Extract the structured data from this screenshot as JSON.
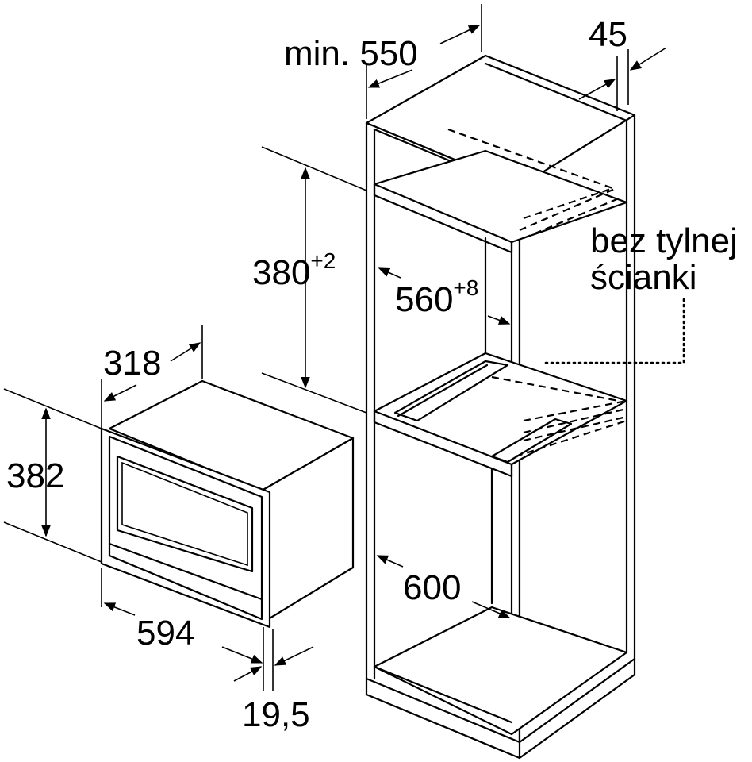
{
  "dimensions": {
    "min_width": {
      "prefix": "min.",
      "value": "550"
    },
    "panel_thickness": {
      "value": "45"
    },
    "niche_height": {
      "value": "380",
      "tolerance": "+2"
    },
    "niche_width": {
      "value": "560",
      "tolerance": "+8"
    },
    "device_depth": {
      "value": "318"
    },
    "device_height": {
      "value": "382"
    },
    "device_width": {
      "value": "594"
    },
    "front_thickness": {
      "value": "19,5"
    },
    "cabinet_depth": {
      "value": "600"
    }
  },
  "notes": {
    "no_back_wall_line1": "bez tylnej",
    "no_back_wall_line2": "ścianki"
  }
}
